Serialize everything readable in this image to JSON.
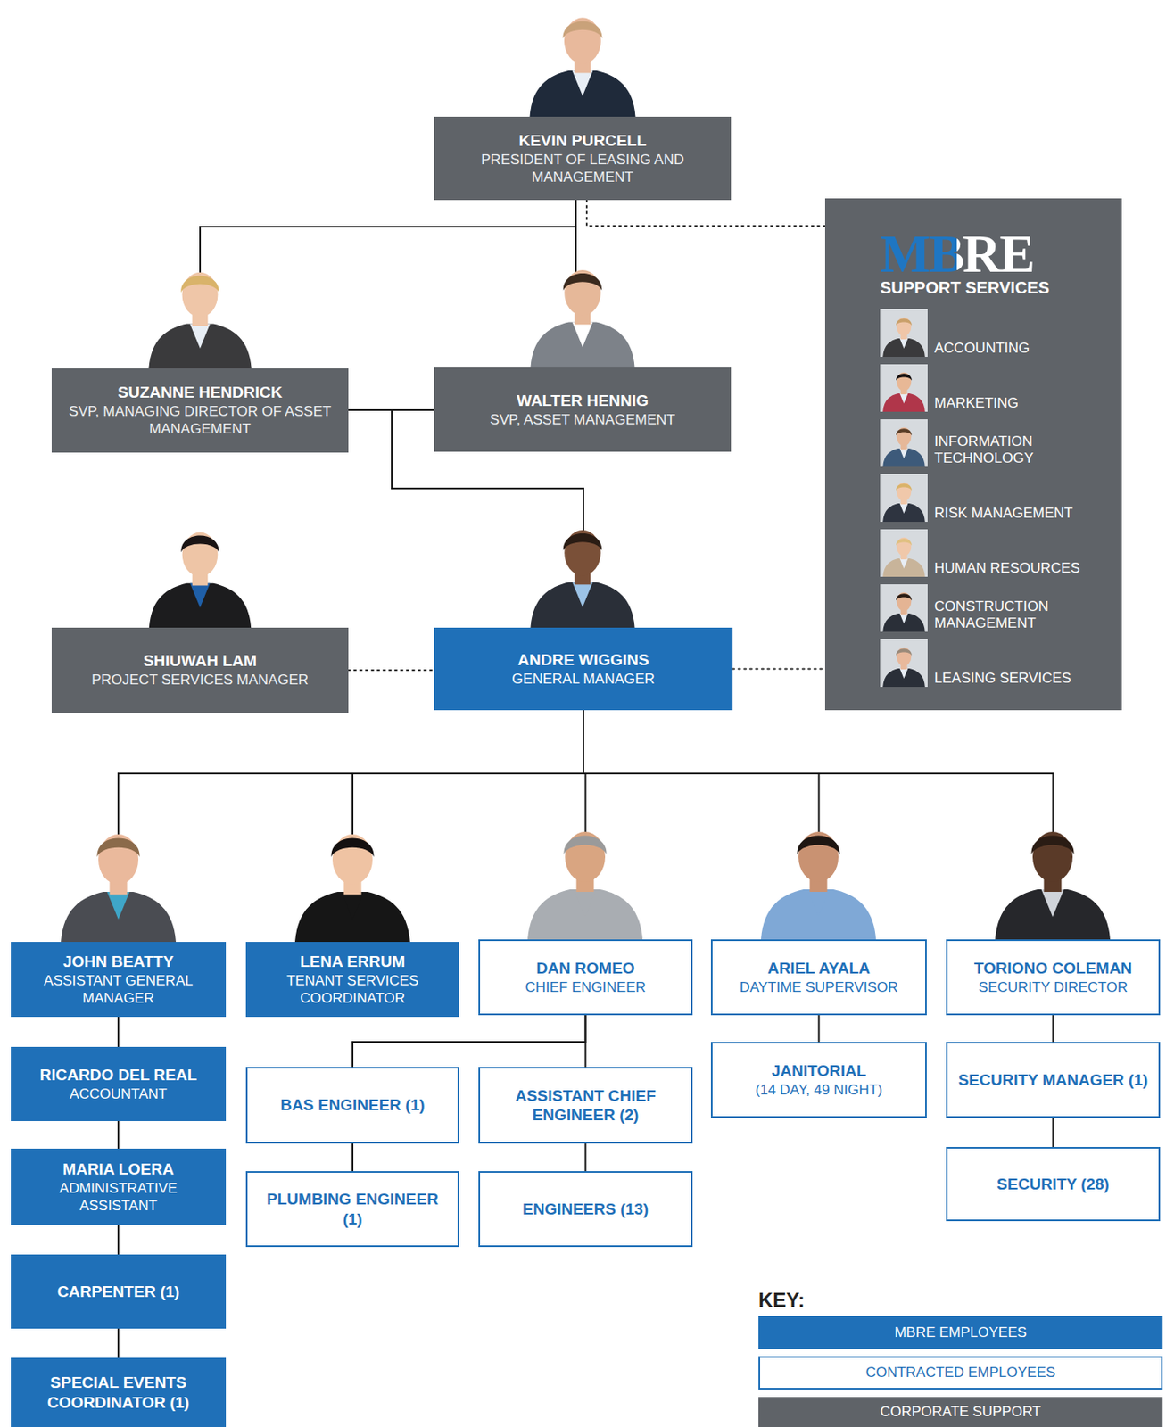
{
  "diagram": {
    "nodes": [
      {
        "text": [
          "KEVIN PURCELL",
          "PRESIDENT OF LEASING AND MANAGEMENT"
        ]
      },
      {
        "text": [
          "MBRE",
          "SUPPORT SERVICES",
          "ACCOUNTING",
          "MARKETING",
          "INFORMATION TECHNOLOGY",
          "RISK MANAGEMENT",
          "HUMAN RESOURCES",
          "CONSTRUCTION MANAGEMENT",
          "LEASING SERVICES"
        ]
      },
      {
        "text": [
          "SUZANNE HENDRICK",
          "SVP, MANAGING DIRECTOR OF ASSET MANAGEMENT"
        ]
      },
      {
        "text": [
          "WALTER HENNIG",
          "SVP, ASSET MANAGEMENT"
        ]
      },
      {
        "text": [
          "SHIUWAH LAM",
          "PROJECT SERVICES MANAGER"
        ]
      },
      {
        "text": [
          "ANDRE WIGGINS",
          "GENERAL MANAGER"
        ]
      },
      {
        "text": [
          "JOHN BEATTY",
          "ASSISTANT GENERAL MANAGER"
        ]
      },
      {
        "text": [
          "LENA ERRUM",
          "TENANT SERVICES COORDINATOR"
        ]
      },
      {
        "text": [
          "DAN ROMEO",
          "CHIEF ENGINEER"
        ]
      },
      {
        "text": [
          "ARIEL AYALA",
          "DAYTIME SUPERVISOR"
        ]
      },
      {
        "text": [
          "TORIONO COLEMAN",
          "SECURITY DIRECTOR"
        ]
      },
      {
        "text": [
          "RICARDO DEL REAL",
          "ACCOUNTANT"
        ]
      },
      {
        "text": [
          "BAS ENGINEER (1)"
        ]
      },
      {
        "text": [
          "ASSISTANT CHIEF ENGINEER (2)"
        ]
      },
      {
        "text": [
          "JANITORIAL",
          "(14 DAY, 49 NIGHT)"
        ]
      },
      {
        "text": [
          "SECURITY MANAGER (1)"
        ]
      },
      {
        "text": [
          "MARIA LOERA",
          "ADMINISTRATIVE ASSISTANT"
        ]
      },
      {
        "text": [
          "PLUMBING ENGINEER (1)"
        ]
      },
      {
        "text": [
          "ENGINEERS (13)"
        ]
      },
      {
        "text": [
          "SECURITY (28)"
        ]
      },
      {
        "text": [
          "CARPENTER (1)"
        ]
      },
      {
        "text": [
          "SPECIAL EVENTS COORDINATOR (1)"
        ]
      }
    ],
    "edges": [
      {
        "from": 0,
        "to": 2,
        "arrow": "none"
      },
      {
        "from": 0,
        "to": 3,
        "arrow": "none"
      },
      {
        "from": 0,
        "to": 1,
        "arrow": "none"
      },
      {
        "from": 2,
        "to": 5,
        "arrow": "none"
      },
      {
        "from": 3,
        "to": 5,
        "arrow": "none"
      },
      {
        "from": 4,
        "to": 5,
        "arrow": "none"
      },
      {
        "from": 5,
        "to": 1,
        "arrow": "none"
      },
      {
        "from": 5,
        "to": 6,
        "arrow": "none"
      },
      {
        "from": 5,
        "to": 7,
        "arrow": "none"
      },
      {
        "from": 5,
        "to": 8,
        "arrow": "none"
      },
      {
        "from": 5,
        "to": 9,
        "arrow": "none"
      },
      {
        "from": 5,
        "to": 10,
        "arrow": "none"
      },
      {
        "from": 6,
        "to": 11,
        "arrow": "none"
      },
      {
        "from": 11,
        "to": 16,
        "arrow": "none"
      },
      {
        "from": 16,
        "to": 20,
        "arrow": "none"
      },
      {
        "from": 20,
        "to": 21,
        "arrow": "none"
      },
      {
        "from": 8,
        "to": 12,
        "arrow": "none"
      },
      {
        "from": 8,
        "to": 13,
        "arrow": "none"
      },
      {
        "from": 12,
        "to": 17,
        "arrow": "none"
      },
      {
        "from": 13,
        "to": 18,
        "arrow": "none"
      },
      {
        "from": 9,
        "to": 14,
        "arrow": "none"
      },
      {
        "from": 10,
        "to": 15,
        "arrow": "none"
      },
      {
        "from": 15,
        "to": 19,
        "arrow": "none"
      }
    ],
    "labels": [
      "KEY:"
    ],
    "legend": [
      {
        "text": "MBRE EMPLOYEES",
        "color": "#1f70b8"
      },
      {
        "text": "CONTRACTED EMPLOYEES",
        "color": "#ffffff"
      },
      {
        "text": "CORPORATE SUPPORT",
        "color": "#5f6368"
      }
    ]
  }
}
